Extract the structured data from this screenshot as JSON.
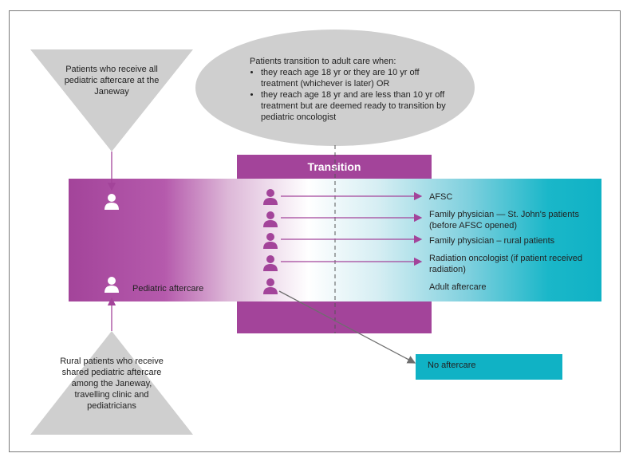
{
  "top_triangle_text": "Patients who receive all pediatric aftercare at the Janeway",
  "bottom_triangle_text": "Rural patients who receive shared pediatric aftercare among the Janeway, travelling clinic and pediatricians",
  "ellipse": {
    "heading": "Patients transition to adult care when:",
    "bullets": [
      "they reach age 18 yr or they are 10 yr off treatment (whichever is later) OR",
      "they reach age 18 yr and are less than 10 yr off treatment but are deemed ready to transition by pediatric oncologist"
    ]
  },
  "transition_label": "Transition",
  "pediatric_aftercare_label": "Pediatric aftercare",
  "destinations": [
    "AFSC",
    "Family physician — St. John's patients (before AFSC opened)",
    "Family physician – rural patients",
    "Radiation oncologist (if patient received radiation)",
    "Adult aftercare"
  ],
  "no_aftercare_label": "No aftercare",
  "colors": {
    "purple": "#a3449a",
    "teal": "#10b2c5",
    "gray": "#cfcfcf"
  },
  "icons": [
    "person-icon",
    "arrow-icon"
  ]
}
